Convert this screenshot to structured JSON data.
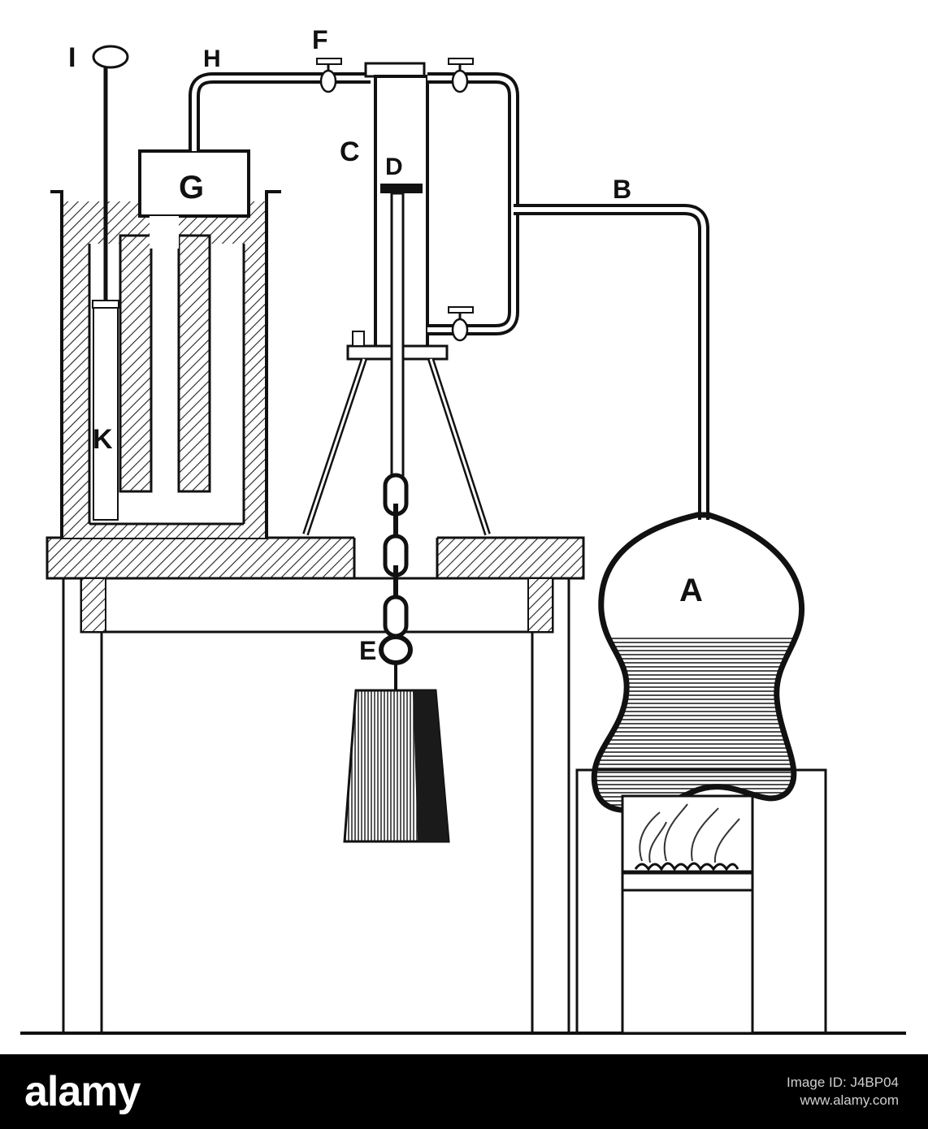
{
  "diagram": {
    "labels": {
      "I": "I",
      "H": "H",
      "F": "F",
      "G": "G",
      "C": "C",
      "D": "D",
      "B": "B",
      "K": "K",
      "A": "A",
      "E": "E"
    },
    "colors": {
      "ink": "#111111",
      "background": "#ffffff"
    }
  },
  "footer": {
    "logo": "alamy",
    "image_id_label": "Image ID: J4BP04",
    "image_id": "",
    "url": "www.alamy.com"
  }
}
